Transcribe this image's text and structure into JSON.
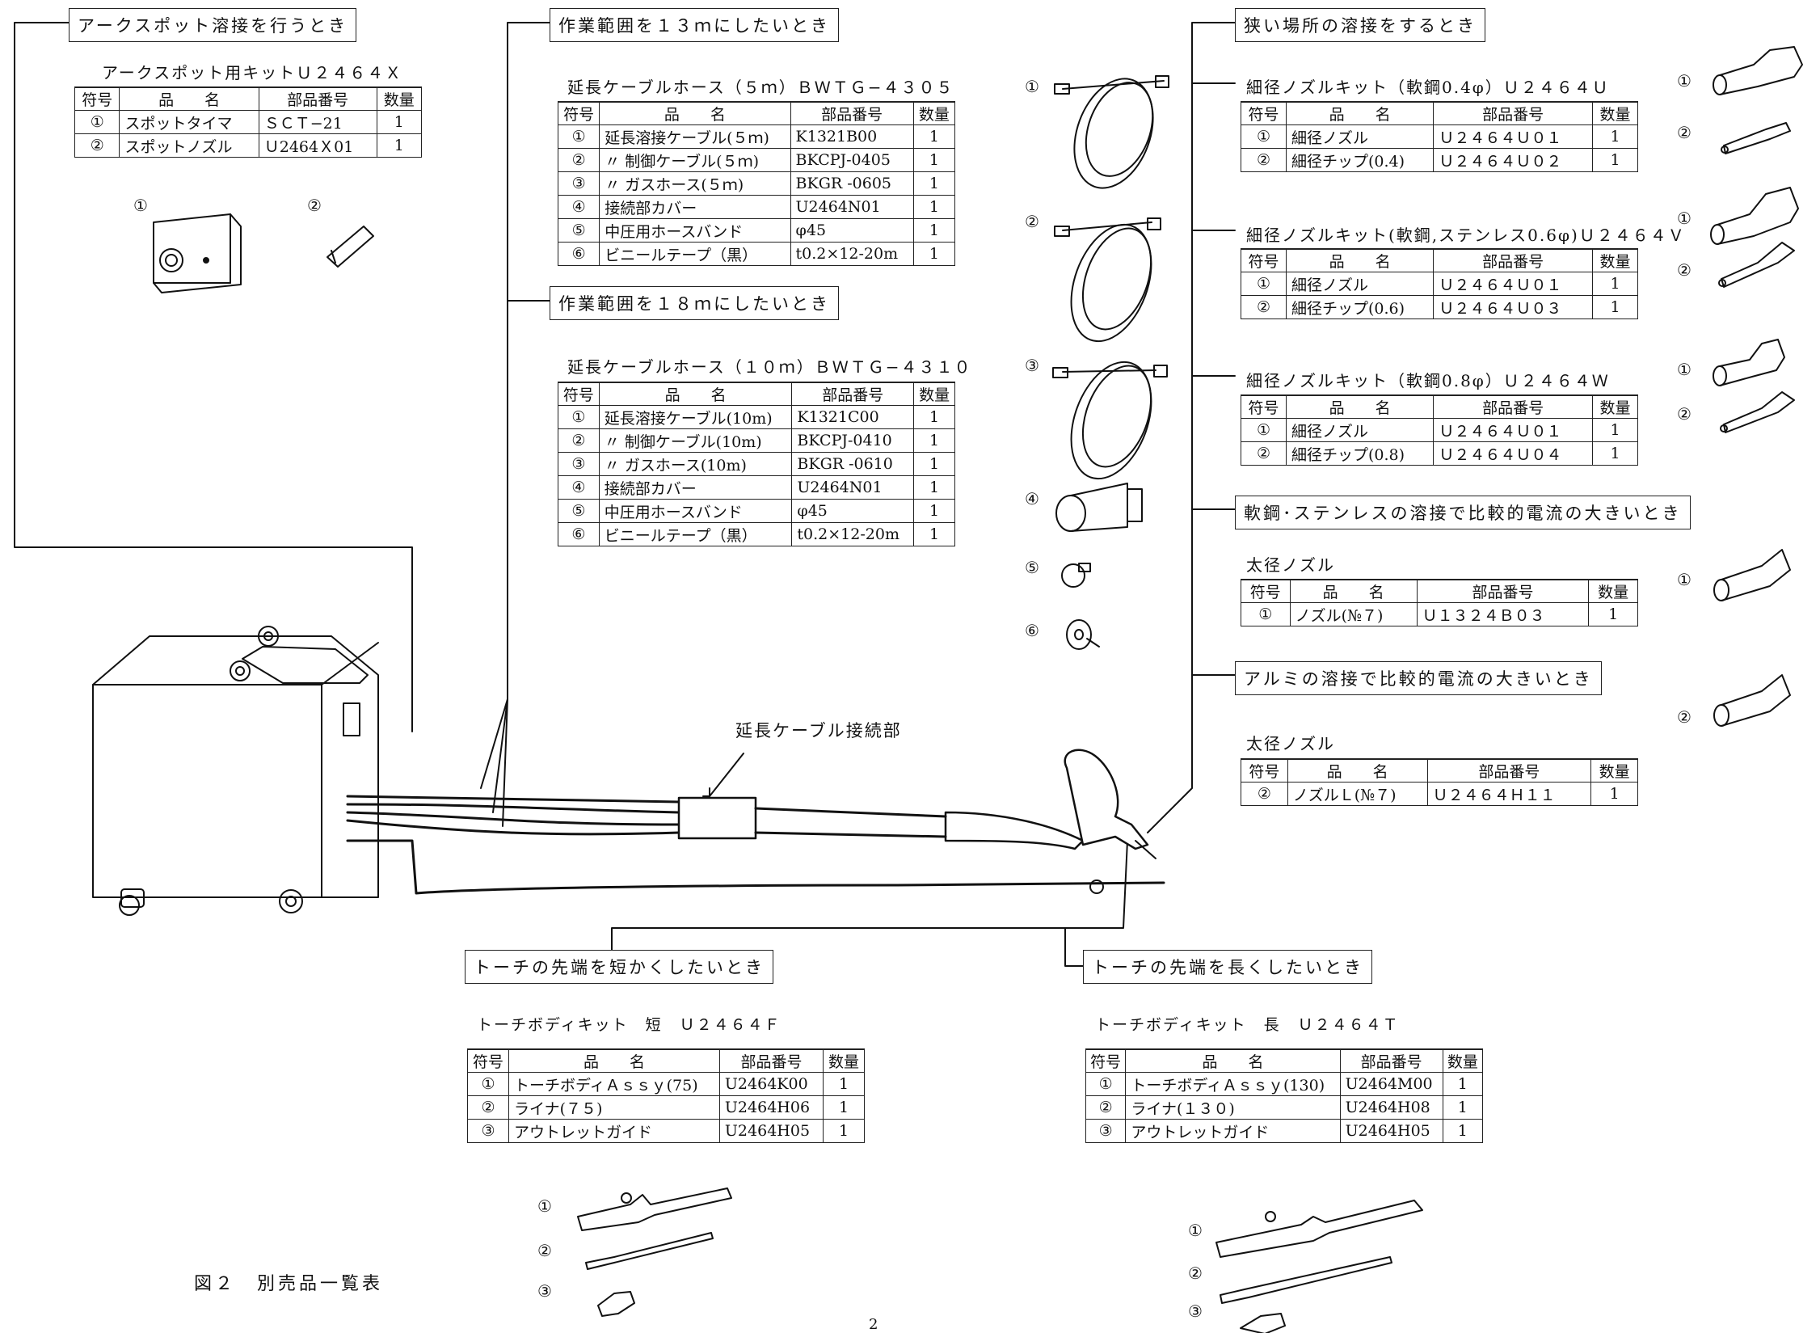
{
  "figure_label": "図２　別売品一覧表",
  "page_number": "2",
  "connection_label": "延長ケーブル接続部",
  "headers": {
    "sym": "符号",
    "name": "品　　名",
    "part": "部品番号",
    "qty": "数量"
  },
  "sec_spot": {
    "caption": "アークスポット溶接を行うとき",
    "title": "アークスポット用キットＵ２４６４Ｘ",
    "rows": [
      {
        "sym": "①",
        "name": "スポットタイマ",
        "part": "ＳＣＴ−21",
        "qty": "1"
      },
      {
        "sym": "②",
        "name": "スポットノズル",
        "part": "Ｕ2464Ｘ01",
        "qty": "1"
      }
    ],
    "fig_nums": [
      "①",
      "②"
    ]
  },
  "sec_13m": {
    "caption": "作業範囲を１３ｍにしたいとき",
    "title": "延長ケーブルホース（５ｍ）ＢＷＴＧ−４３０５",
    "rows": [
      {
        "sym": "①",
        "name": "延長溶接ケーブル(５ｍ)",
        "part": "K1321B00",
        "qty": "1"
      },
      {
        "sym": "②",
        "name": "〃 制御ケーブル(５ｍ)",
        "part": "BKCPJ-0405",
        "qty": "1"
      },
      {
        "sym": "③",
        "name": "〃 ガスホース(５ｍ)",
        "part": "BKGR -0605",
        "qty": "1"
      },
      {
        "sym": "④",
        "name": "接続部カバー",
        "part": "U2464N01",
        "qty": "1"
      },
      {
        "sym": "⑤",
        "name": "中圧用ホースバンド",
        "part": "φ45",
        "qty": "1"
      },
      {
        "sym": "⑥",
        "name": "ビニールテープ（黒）",
        "part": "t0.2×12-20m",
        "qty": "1"
      }
    ]
  },
  "sec_18m": {
    "caption": "作業範囲を１８ｍにしたいとき",
    "title": "延長ケーブルホース（１０ｍ）ＢＷＴＧ−４３１０",
    "rows": [
      {
        "sym": "①",
        "name": "延長溶接ケーブル(10m)",
        "part": "K1321C00",
        "qty": "1"
      },
      {
        "sym": "②",
        "name": "〃 制御ケーブル(10m)",
        "part": "BKCPJ-0410",
        "qty": "1"
      },
      {
        "sym": "③",
        "name": "〃 ガスホース(10m)",
        "part": "BKGR -0610",
        "qty": "1"
      },
      {
        "sym": "④",
        "name": "接続部カバー",
        "part": "U2464N01",
        "qty": "1"
      },
      {
        "sym": "⑤",
        "name": "中圧用ホースバンド",
        "part": "φ45",
        "qty": "1"
      },
      {
        "sym": "⑥",
        "name": "ビニールテープ（黒）",
        "part": "t0.2×12-20m",
        "qty": "1"
      }
    ]
  },
  "cable_fig_nums": [
    "①",
    "②",
    "③",
    "④",
    "⑤",
    "⑥"
  ],
  "sec_narrow": {
    "caption": "狭い場所の溶接をするとき",
    "kits": [
      {
        "title": "細径ノズルキット（軟鋼0.4φ）Ｕ２４６４Ｕ",
        "rows": [
          {
            "sym": "①",
            "name": "細径ノズル",
            "part": "Ｕ２４６４Ｕ０１",
            "qty": "1"
          },
          {
            "sym": "②",
            "name": "細径チップ(0.4)",
            "part": "Ｕ２４６４Ｕ０２",
            "qty": "1"
          }
        ]
      },
      {
        "title": "細径ノズルキット(軟鋼,ステンレス0.6φ)Ｕ２４６４Ｖ",
        "rows": [
          {
            "sym": "①",
            "name": "細径ノズル",
            "part": "Ｕ２４６４Ｕ０１",
            "qty": "1"
          },
          {
            "sym": "②",
            "name": "細径チップ(0.6)",
            "part": "Ｕ２４６４Ｕ０３",
            "qty": "1"
          }
        ]
      },
      {
        "title": "細径ノズルキット（軟鋼0.8φ）Ｕ２４６４Ｗ",
        "rows": [
          {
            "sym": "①",
            "name": "細径ノズル",
            "part": "Ｕ２４６４Ｕ０１",
            "qty": "1"
          },
          {
            "sym": "②",
            "name": "細径チップ(0.8)",
            "part": "Ｕ２４６４Ｕ０４",
            "qty": "1"
          }
        ]
      }
    ]
  },
  "sec_large_steel": {
    "caption": "軟鋼･ステンレスの溶接で比較的電流の大きいとき",
    "title": "太径ノズル",
    "rows": [
      {
        "sym": "①",
        "name": "ノズル(№７)",
        "part": "Ｕ１３２４Ｂ０３",
        "qty": "1"
      }
    ]
  },
  "sec_large_alu": {
    "caption": "アルミの溶接で比較的電流の大きいとき",
    "title": "太径ノズル",
    "rows": [
      {
        "sym": "②",
        "name": "ノズルＬ(№７)",
        "part": "Ｕ２４６４Ｈ１１",
        "qty": "1"
      }
    ]
  },
  "sec_short": {
    "caption": "トーチの先端を短かくしたいとき",
    "title": "トーチボディキット　短　Ｕ２４６４Ｆ",
    "rows": [
      {
        "sym": "①",
        "name": "トーチボディＡｓｓｙ(75)",
        "part": "U2464K00",
        "qty": "1"
      },
      {
        "sym": "②",
        "name": "ライナ(７５)",
        "part": "U2464H06",
        "qty": "1"
      },
      {
        "sym": "③",
        "name": "アウトレットガイド",
        "part": "U2464H05",
        "qty": "1"
      }
    ]
  },
  "sec_long": {
    "caption": "トーチの先端を長くしたいとき",
    "title": "トーチボディキット　長　Ｕ２４６４Ｔ",
    "rows": [
      {
        "sym": "①",
        "name": "トーチボディＡｓｓｙ(130)",
        "part": "U2464M00",
        "qty": "1"
      },
      {
        "sym": "②",
        "name": "ライナ(１３０)",
        "part": "U2464H08",
        "qty": "1"
      },
      {
        "sym": "③",
        "name": "アウトレットガイド",
        "part": "U2464H05",
        "qty": "1"
      }
    ]
  }
}
